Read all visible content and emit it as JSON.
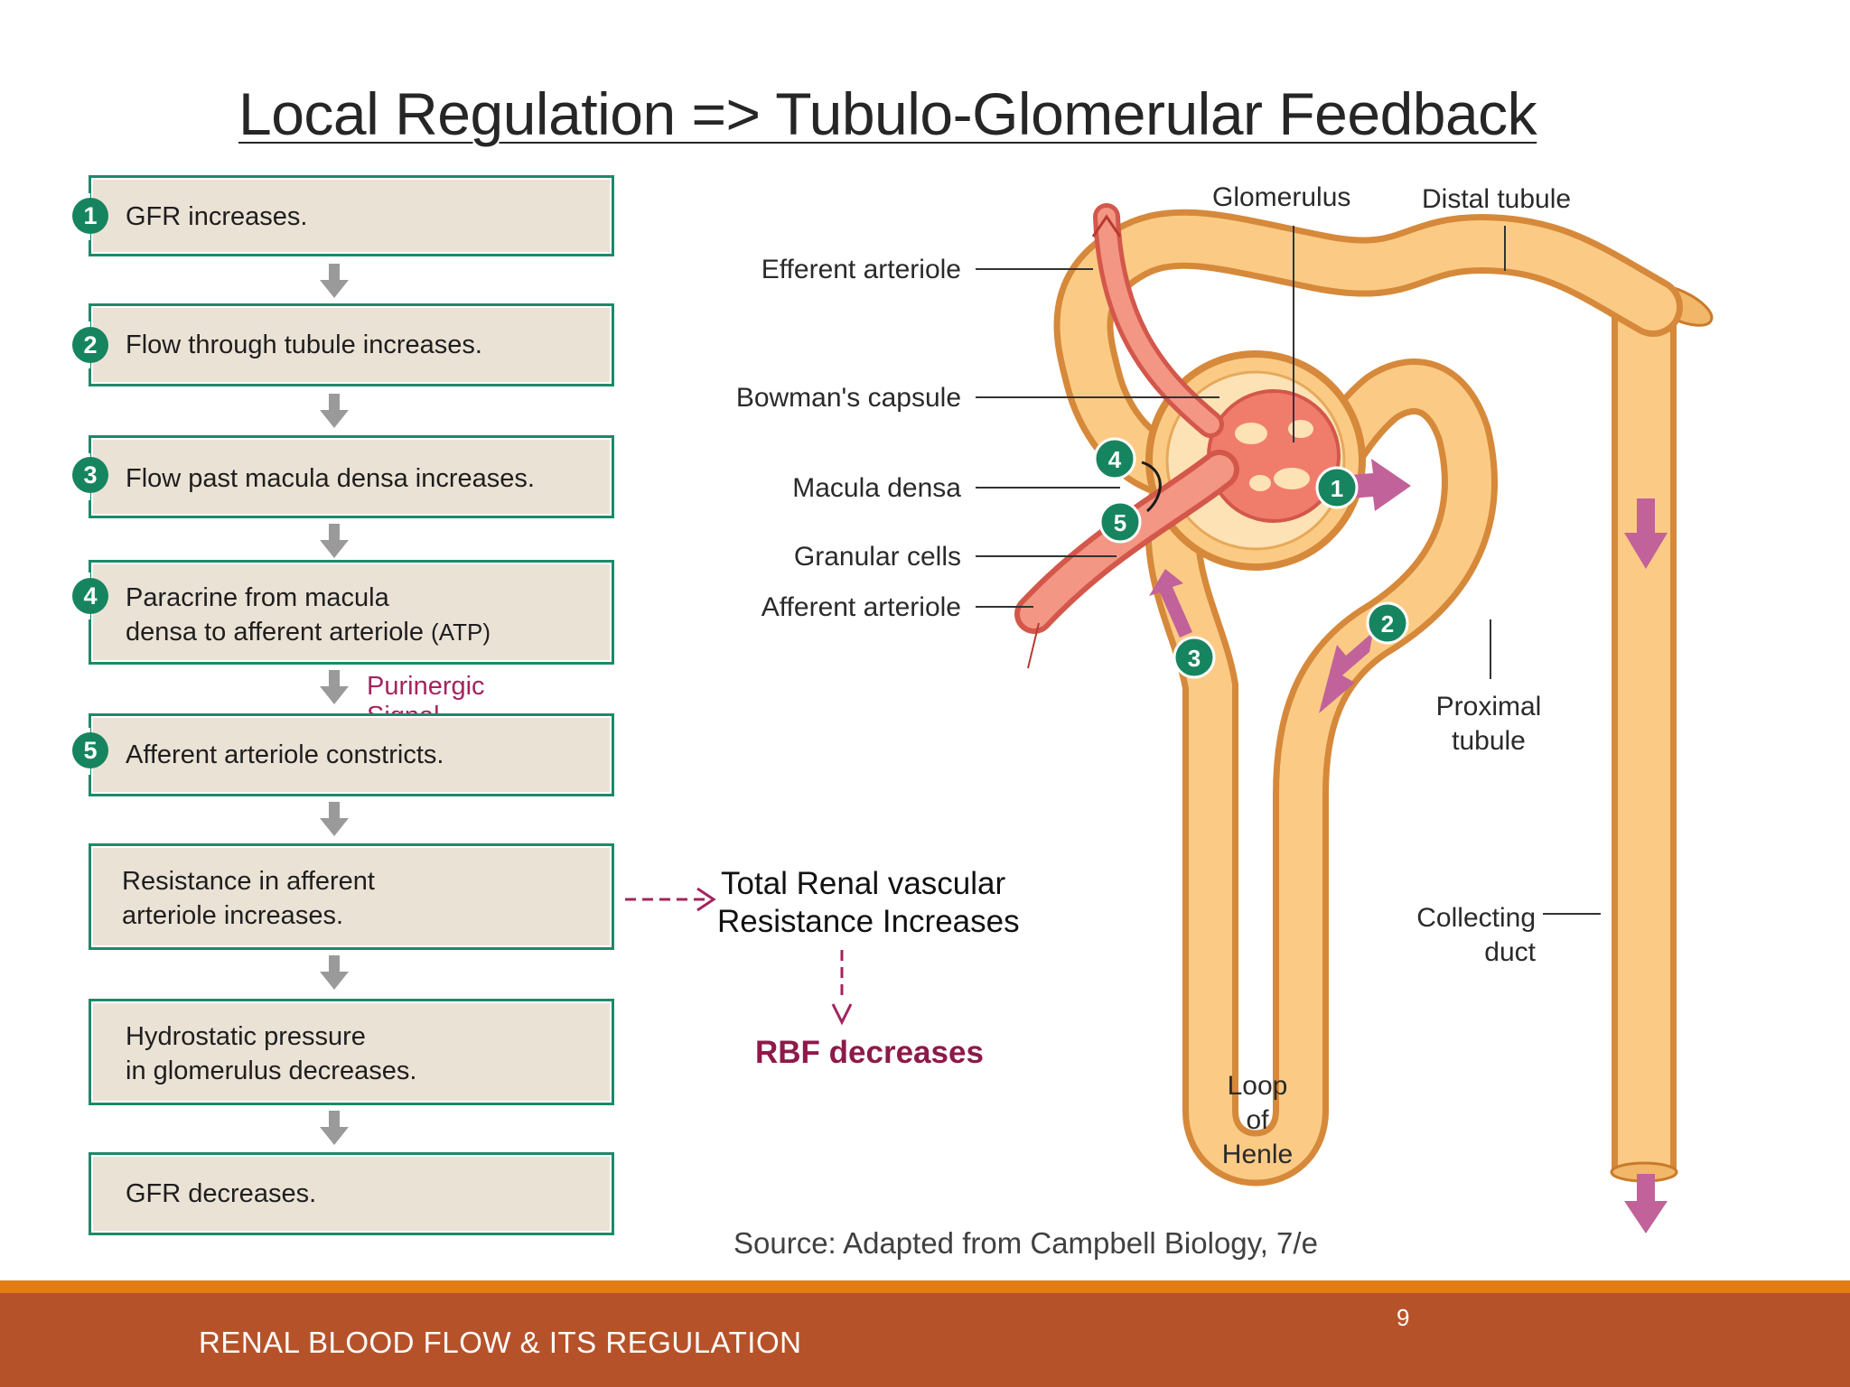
{
  "slide": {
    "title": "Local Regulation => Tubulo-Glomerular Feedback",
    "footer_text": "RENAL BLOOD FLOW & ITS REGULATION",
    "page_number": "9",
    "colors": {
      "accent_green": "#1c8a68",
      "box_fill": "#ebe2d6",
      "footer": "#b6522a",
      "footer_stripe": "#e37c13",
      "magenta": "#a3245e"
    }
  },
  "flowchart": {
    "steps": [
      {
        "number": "1",
        "text": "GFR increases."
      },
      {
        "number": "2",
        "text": "Flow through tubule increases."
      },
      {
        "number": "3",
        "text": "Flow past macula densa increases."
      },
      {
        "number": "4",
        "text": "Paracrine from macula\ndensa to afferent arteriole",
        "suffix": "(ATP)"
      },
      {
        "number": "5",
        "text": "Afferent arteriole constricts."
      },
      {
        "number": "",
        "text": "Resistance in afferent\narteriole increases."
      },
      {
        "number": "",
        "text": "Hydrostatic pressure\nin glomerulus decreases."
      },
      {
        "number": "",
        "text": "GFR decreases."
      }
    ],
    "purinergic_label": "Purinergic Signal"
  },
  "annotation": {
    "resistance_line1": "Total Renal vascular",
    "resistance_line2": "Resistance Increases",
    "rbf": "RBF decreases"
  },
  "diagram": {
    "labels": {
      "glomerulus": "Glomerulus",
      "distal_tubule": "Distal tubule",
      "efferent_arteriole": "Efferent arteriole",
      "bowmans_capsule": "Bowman's capsule",
      "macula_densa": "Macula densa",
      "granular_cells": "Granular cells",
      "afferent_arteriole": "Afferent arteriole",
      "proximal_line1": "Proximal",
      "proximal_line2": "tubule",
      "collecting_line1": "Collecting",
      "collecting_line2": "duct",
      "loop_line1": "Loop",
      "loop_line2": "of",
      "loop_line3": "Henle"
    },
    "markers": [
      "1",
      "2",
      "3",
      "4",
      "5"
    ]
  },
  "source": "Source: Adapted from Campbell Biology, 7/e"
}
